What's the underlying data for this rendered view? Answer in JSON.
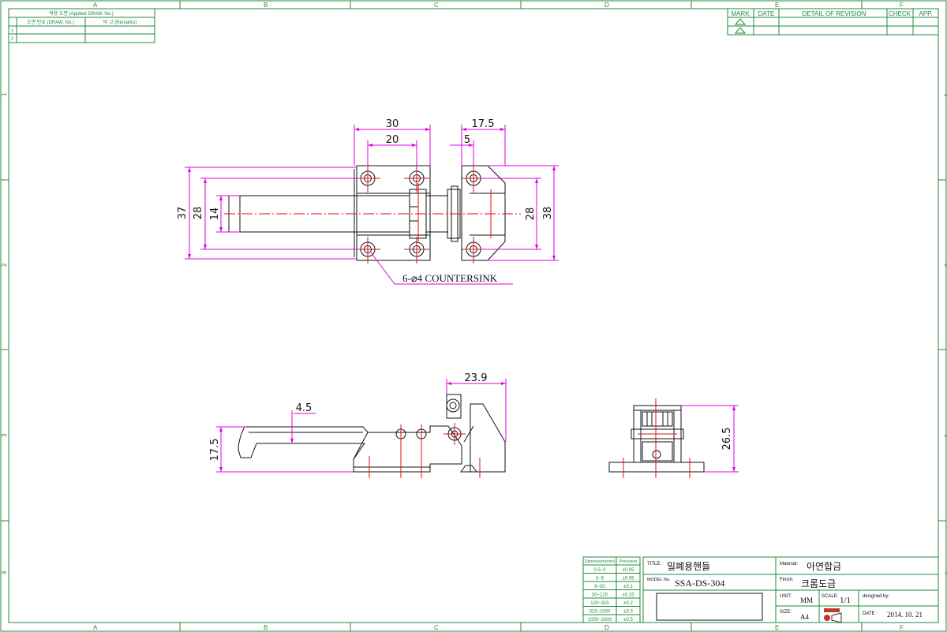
{
  "border": {
    "columns": [
      "A",
      "B",
      "C",
      "D",
      "E",
      "F"
    ],
    "rows": [
      "1",
      "2",
      "3",
      "4"
    ]
  },
  "applied_table": {
    "header": "적용 도면 (Applied DRAW. No.)",
    "col_drawing_no": "도면 번호 (DRAW. No.)",
    "col_remarks": "비 고 (Remarks)",
    "rows": [
      "1",
      "2"
    ]
  },
  "revision_table": {
    "mark": "MARK",
    "date": "DATE",
    "detail": "DETAIL OF REVISION",
    "check": "CHECK",
    "app": "APP."
  },
  "dimensions": {
    "top_30": "30",
    "top_20": "20",
    "top_17_5": "17.5",
    "top_5": "5",
    "left_37": "37",
    "left_28": "28",
    "left_14": "14",
    "right_28": "28",
    "right_38": "38",
    "countersink": "6-⌀4 COUNTERSINK",
    "side_23_9": "23.9",
    "side_4_5": "4.5",
    "side_17_5": "17.5",
    "end_26_5": "26.5"
  },
  "tolerance_table": {
    "head_dimension": "Dimension(mm)",
    "head_precision": "Precision",
    "rows": [
      {
        "range": "0.5~3",
        "tol": "±0.05"
      },
      {
        "range": "3~6",
        "tol": "±0.05"
      },
      {
        "range": "6~30",
        "tol": "±0.1"
      },
      {
        "range": "30~120",
        "tol": "±0.15"
      },
      {
        "range": "120~315",
        "tol": "±0.2"
      },
      {
        "range": "315~1000",
        "tol": "±0.3"
      },
      {
        "range": "1000~2000",
        "tol": "±0.5"
      }
    ]
  },
  "title_block": {
    "title_label": "TITLE:",
    "title_value": "밀폐용핸들",
    "model_label": "MODEL No.",
    "model_value": "SSA-DS-304",
    "material_label": "Material:",
    "material_value": "아연합금",
    "finish_label": "Finish:",
    "finish_value": "크롬도금",
    "unit_label": "UNIT:",
    "unit_value": "MM",
    "scale_label": "SCALE:",
    "scale_value": "1/1",
    "designed_label": "designed by:",
    "size_label": "SIZE:",
    "size_value": "A4",
    "date_label": "DATE :",
    "date_value": "2014. 10. 21"
  }
}
